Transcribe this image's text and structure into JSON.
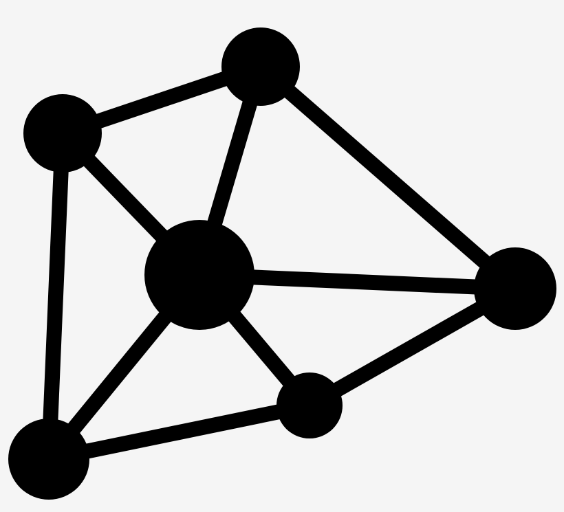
{
  "icon": {
    "name": "network-graph-icon",
    "foreground": "#000000",
    "background": "#f5f5f5"
  },
  "graph": {
    "nodes": [
      "top",
      "upper-left",
      "center",
      "right",
      "lower-middle",
      "bottom-left"
    ],
    "edges": [
      [
        "upper-left",
        "top"
      ],
      [
        "top",
        "right"
      ],
      [
        "top",
        "center"
      ],
      [
        "upper-left",
        "center"
      ],
      [
        "upper-left",
        "bottom-left"
      ],
      [
        "center",
        "right"
      ],
      [
        "center",
        "bottom-left"
      ],
      [
        "center",
        "lower-middle"
      ],
      [
        "lower-middle",
        "right"
      ],
      [
        "bottom-left",
        "lower-middle"
      ]
    ]
  }
}
